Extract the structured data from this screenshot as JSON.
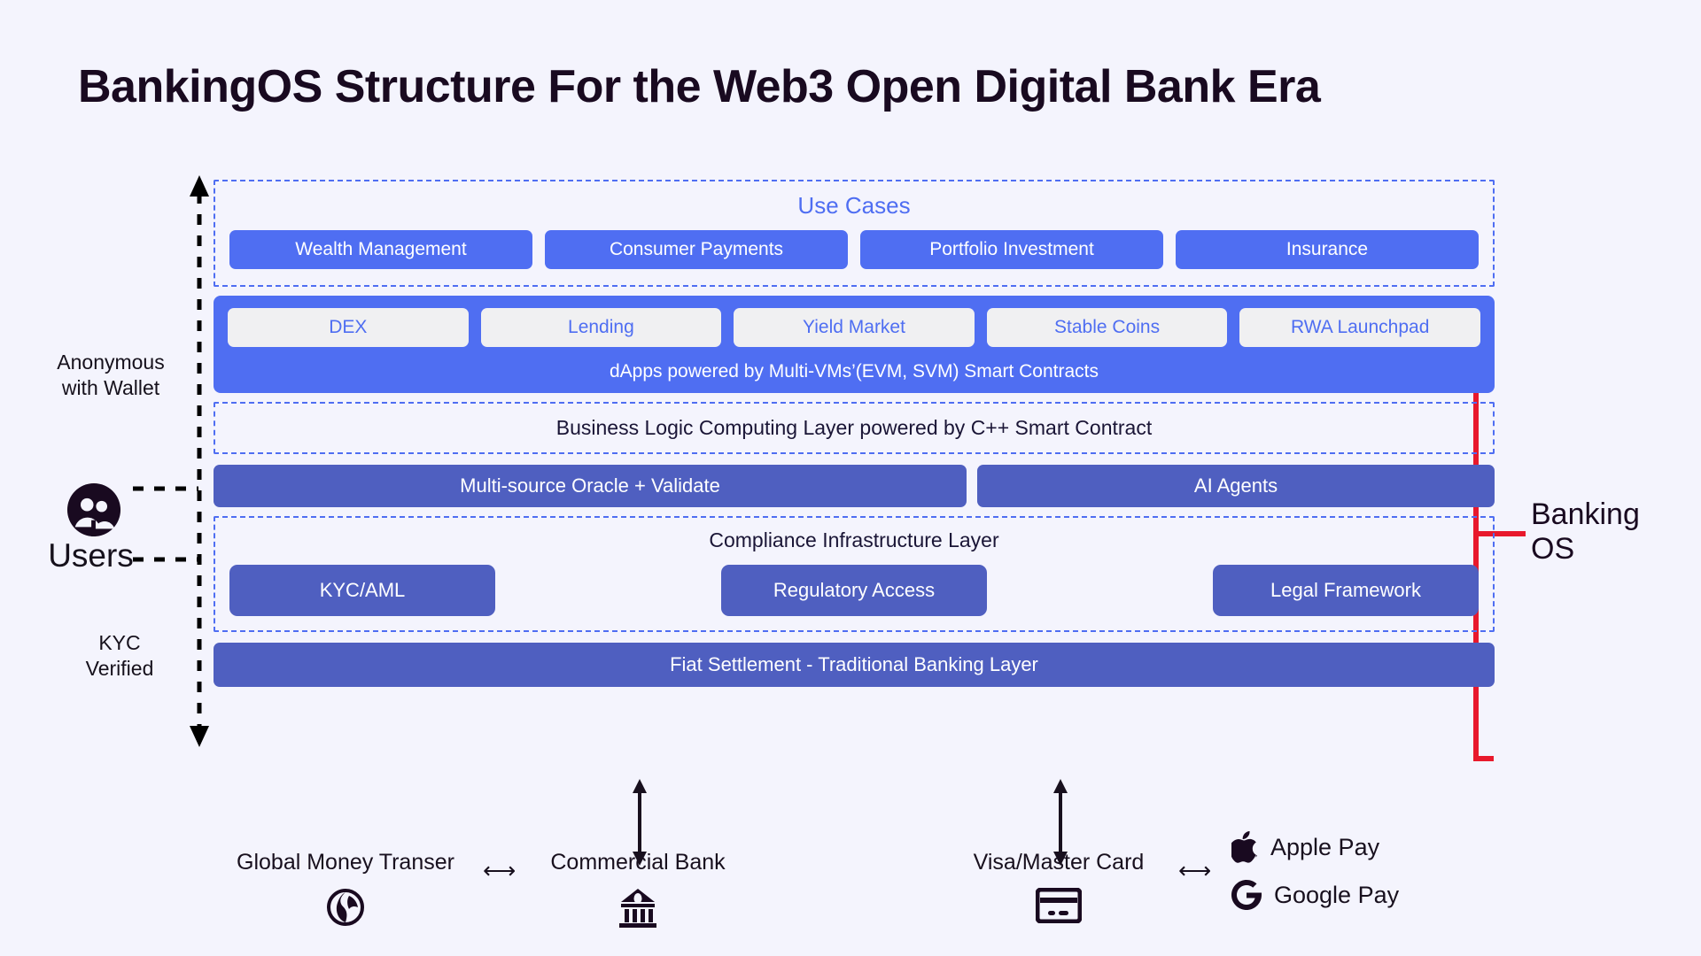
{
  "title": "BankingOS Structure For the Web3 Open Digital Bank Era",
  "colors": {
    "background": "#f4f4fd",
    "accent_blue": "#4f6ef2",
    "indigo": "#4f5fc0",
    "light_pill": "#f0f0f2",
    "bracket_red": "#e8192c",
    "ink": "#190a20"
  },
  "layers": {
    "use_cases": {
      "caption": "Use Cases",
      "items": [
        {
          "label": "Wealth Management"
        },
        {
          "label": "Consumer Payments"
        },
        {
          "label": "Portfolio Investment"
        },
        {
          "label": "Insurance"
        }
      ]
    },
    "dapps": {
      "items": [
        {
          "label": "DEX"
        },
        {
          "label": "Lending"
        },
        {
          "label": "Yield Market"
        },
        {
          "label": "Stable Coins"
        },
        {
          "label": "RWA Launchpad"
        }
      ],
      "footer": "dApps powered by Multi-VMs’(EVM, SVM) Smart Contracts"
    },
    "business_logic": {
      "caption": "Business Logic Computing Layer powered by C++ Smart Contract"
    },
    "oracle_row": {
      "items": [
        {
          "label": "Multi-source Oracle + Validate"
        },
        {
          "label": "AI Agents"
        }
      ]
    },
    "compliance": {
      "caption": "Compliance Infrastructure Layer",
      "items": [
        {
          "label": "KYC/AML"
        },
        {
          "label": "Regulatory Access"
        },
        {
          "label": "Legal Framework"
        }
      ]
    },
    "fiat": {
      "label": "Fiat Settlement - Traditional Banking Layer"
    }
  },
  "annotations": {
    "anonymous": "Anonymous\nwith Wallet",
    "users": "Users",
    "kyc_verified": "KYC\nVerified",
    "banking_os": "Banking\nOS"
  },
  "bottom": {
    "global_money_transfer": "Global Money Transer",
    "commercial_bank": "Commercial Bank",
    "visa_master_card": "Visa/Master Card",
    "apple_pay": "Apple Pay",
    "google_pay": "Google Pay",
    "connector_left": "⟷",
    "connector_right": "⟷"
  }
}
